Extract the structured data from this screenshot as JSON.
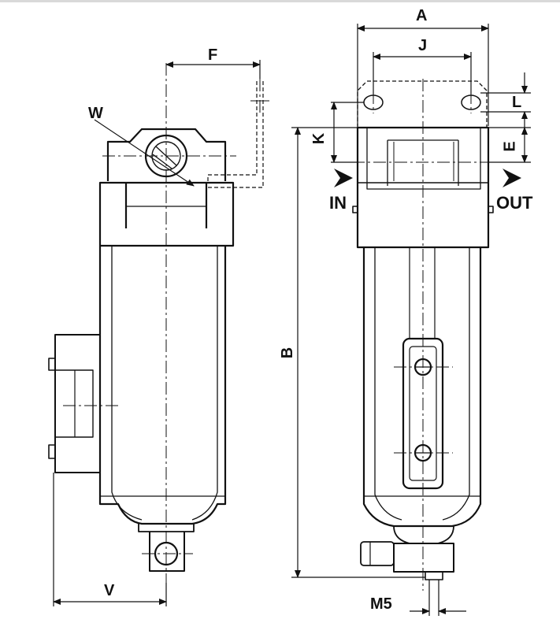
{
  "diagram": {
    "dimensions": {
      "A": "A",
      "J": "J",
      "L": "L",
      "K": "K",
      "E": "E",
      "F": "F",
      "W": "W",
      "B": "B",
      "V": "V",
      "M5": "M5"
    },
    "ports": {
      "in": "IN",
      "out": "OUT"
    },
    "colors": {
      "line": "#111111",
      "top_rule": "#d9d9d9",
      "background": "#ffffff"
    }
  }
}
